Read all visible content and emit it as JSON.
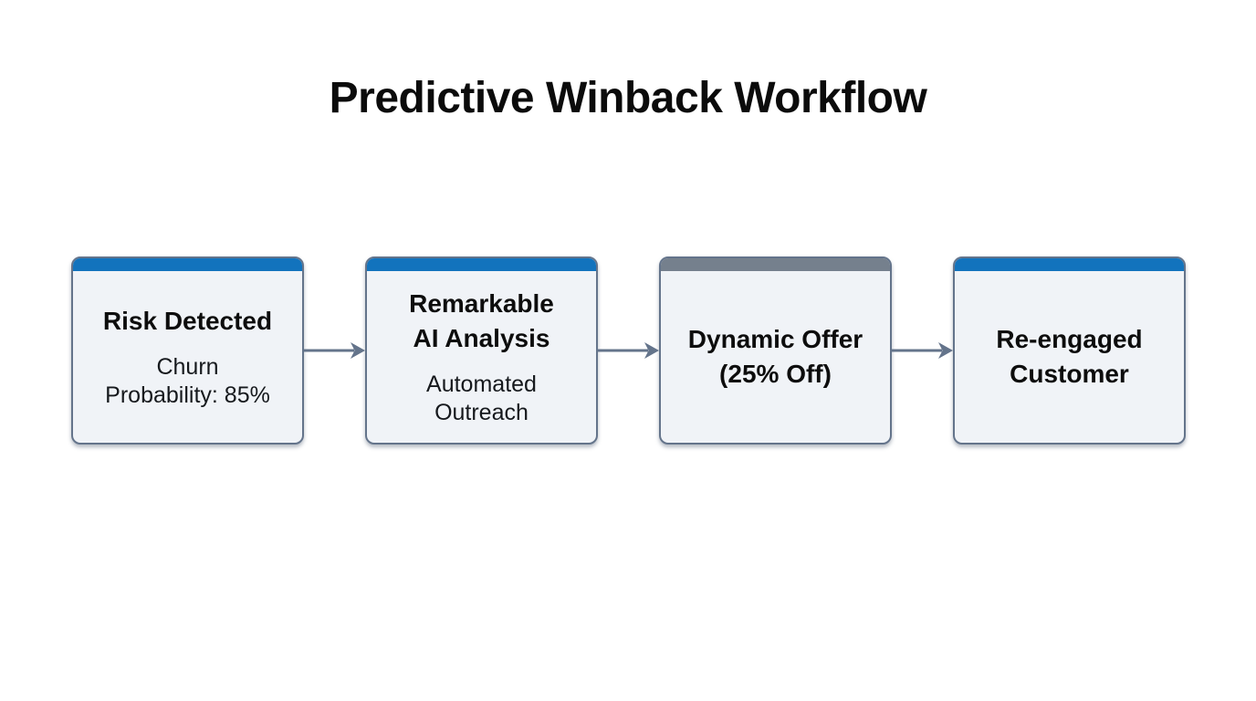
{
  "title": "Predictive Winback Workflow",
  "diagram": {
    "type": "flowchart",
    "direction": "left-to-right",
    "nodes": [
      {
        "id": "risk-detected",
        "title": "Risk Detected",
        "subtitle": "Churn\nProbability: 85%",
        "header_color": "#1273bd"
      },
      {
        "id": "ai-analysis",
        "title": "Remarkable\nAI Analysis",
        "subtitle": "Automated\nOutreach",
        "header_color": "#1273bd"
      },
      {
        "id": "dynamic-offer",
        "title": "Dynamic Offer\n(25% Off)",
        "subtitle": "",
        "header_color": "#75808d"
      },
      {
        "id": "re-engaged-customer",
        "title": "Re-engaged\nCustomer",
        "subtitle": "",
        "header_color": "#1273bd"
      }
    ],
    "edges": [
      {
        "from": "risk-detected",
        "to": "ai-analysis"
      },
      {
        "from": "ai-analysis",
        "to": "dynamic-offer"
      },
      {
        "from": "dynamic-offer",
        "to": "re-engaged-customer"
      }
    ]
  },
  "colors": {
    "accent_blue": "#1273bd",
    "header_gray": "#75808d",
    "node_background": "#f0f3f7",
    "node_border": "#64748b",
    "arrow": "#64748b",
    "background": "#ffffff"
  }
}
